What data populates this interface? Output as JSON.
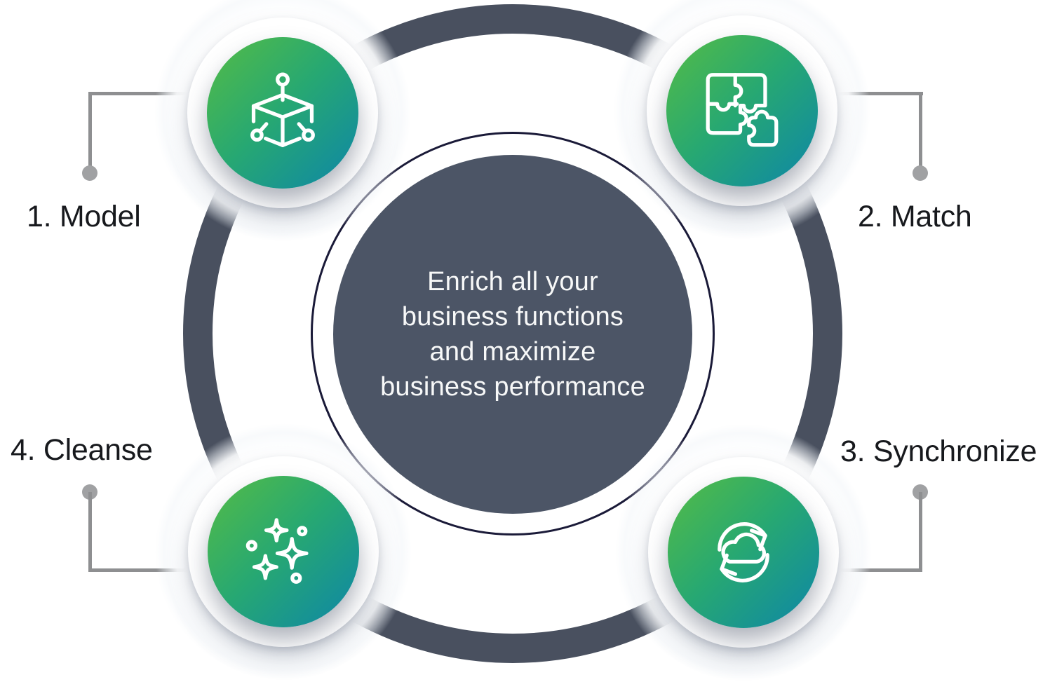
{
  "diagram": {
    "name": "data-enrichment-cycle",
    "center_text": {
      "lines": [
        "Enrich all your",
        "business functions",
        "and maximize",
        "business performance"
      ]
    },
    "steps": [
      {
        "label": "1. Model",
        "icon": "cube-model-icon",
        "position": "top-left"
      },
      {
        "label": "2. Match",
        "icon": "puzzle-match-icon",
        "position": "top-right"
      },
      {
        "label": "3. Synchronize",
        "icon": "cloud-sync-icon",
        "position": "bottom-right"
      },
      {
        "label": "4. Cleanse",
        "icon": "sparkles-cleanse-icon",
        "position": "bottom-left"
      }
    ],
    "colors": {
      "ring": "#49505f",
      "center_disc": "#4c5566",
      "outline_circle": "#1a1a38",
      "gradient_green": "#55bc45",
      "gradient_teal": "#0d86a8",
      "connector_gray": "#8e8f91",
      "connector_dot_gray": "#a0a1a3",
      "label_text": "#17191d",
      "center_text": "#f7f8f8",
      "icon_stroke": "#ffffff",
      "background": "#ffffff"
    }
  }
}
